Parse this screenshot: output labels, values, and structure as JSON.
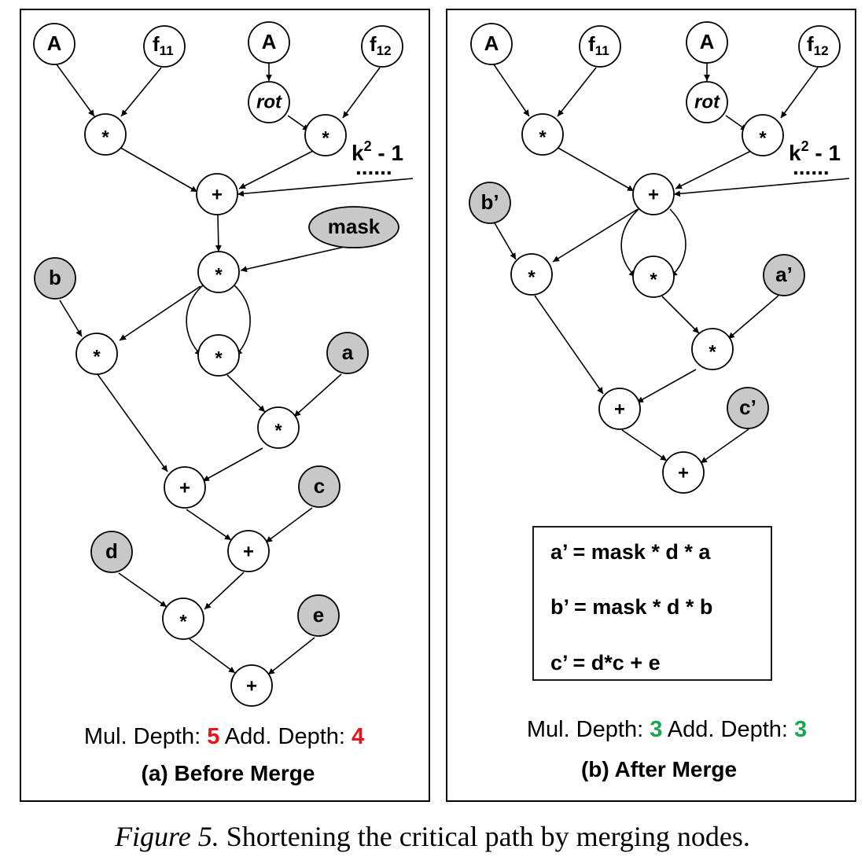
{
  "panels": {
    "a": {
      "nodes": {
        "A_left": "A",
        "f11_base": "f",
        "f11_sub": "11",
        "A_right": "A",
        "f12_base": "f",
        "f12_sub": "12",
        "rot": "rot",
        "mul1": "*",
        "mul2": "*",
        "add1": "+",
        "mask": "mask",
        "mul_mask": "*",
        "b": "b",
        "mul_b": "*",
        "mul_sq": "*",
        "a": "a",
        "mul_a": "*",
        "add2": "+",
        "c": "c",
        "add3": "+",
        "d": "d",
        "mul_d": "*",
        "e": "e",
        "add4": "+"
      },
      "k_label_base": "k",
      "k_label_exp": "2",
      "k_label_rest": " - 1",
      "dots": "......",
      "mul_depth_label": "Mul. Depth: ",
      "mul_depth_value": "5",
      "add_depth_label": "Add. Depth: ",
      "add_depth_value": "4",
      "depth_color": "#e8141c",
      "subtitle": "(a) Before Merge"
    },
    "b": {
      "nodes": {
        "A_left": "A",
        "f11_base": "f",
        "f11_sub": "11",
        "A_right": "A",
        "f12_base": "f",
        "f12_sub": "12",
        "rot": "rot",
        "mul1": "*",
        "mul2": "*",
        "add1": "+",
        "b_prime": "b’",
        "mul_b": "*",
        "mul_sq": "*",
        "a_prime": "a’",
        "mul_a": "*",
        "add2": "+",
        "c_prime": "c’",
        "add3": "+"
      },
      "k_label_base": "k",
      "k_label_exp": "2",
      "k_label_rest": " - 1",
      "dots": "......",
      "box_lines": [
        "a’ = mask * d * a",
        "b’ = mask * d * b",
        "c’ = d*c + e"
      ],
      "mul_depth_label": "Mul. Depth: ",
      "mul_depth_value": "3",
      "add_depth_label": "Add. Depth: ",
      "add_depth_value": "3",
      "depth_color": "#1aa553",
      "subtitle": "(b) After Merge"
    }
  },
  "caption_label": "Figure 5.",
  "caption_text": " Shortening the critical path by merging nodes."
}
